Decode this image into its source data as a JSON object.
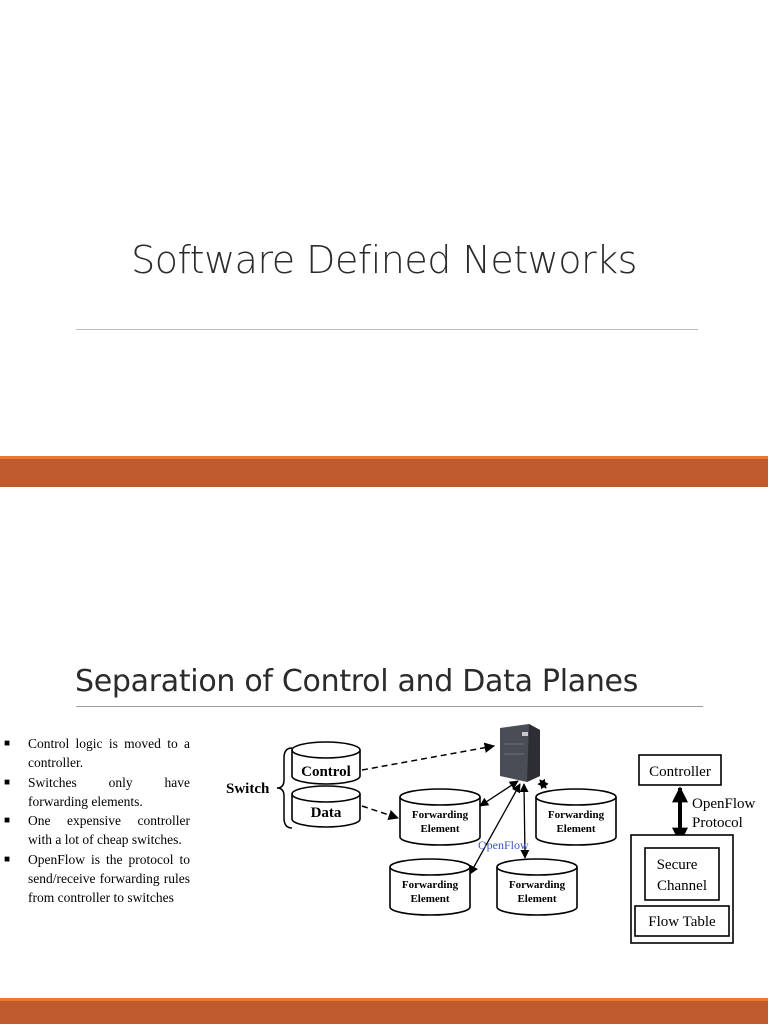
{
  "slide1": {
    "title": "Software Defined Networks"
  },
  "slide2": {
    "title": "Separation of Control and Data Planes",
    "bullets": [
      "Control logic is moved to a controller.",
      "Switches only have forwarding elements.",
      "One expensive controller with a lot of cheap switches.",
      "OpenFlow is the protocol to send/receive forwarding rules from controller to switches"
    ],
    "diagram": {
      "switch_label": "Switch",
      "control_label": "Control",
      "data_label": "Data",
      "forwarding_element_line1": "Forwarding",
      "forwarding_element_line2": "Element",
      "openflow_label": "OpenFlow",
      "controller_label": "Controller",
      "openflow_protocol_line1": "OpenFlow",
      "openflow_protocol_line2": "Protocol",
      "secure_channel_line1": "Secure",
      "secure_channel_line2": "Channel",
      "flow_table_label": "Flow Table"
    }
  },
  "colors": {
    "accent_band": "#bf5a2e",
    "accent_highlight": "#e8782e",
    "openflow_text": "#3a54c8"
  }
}
